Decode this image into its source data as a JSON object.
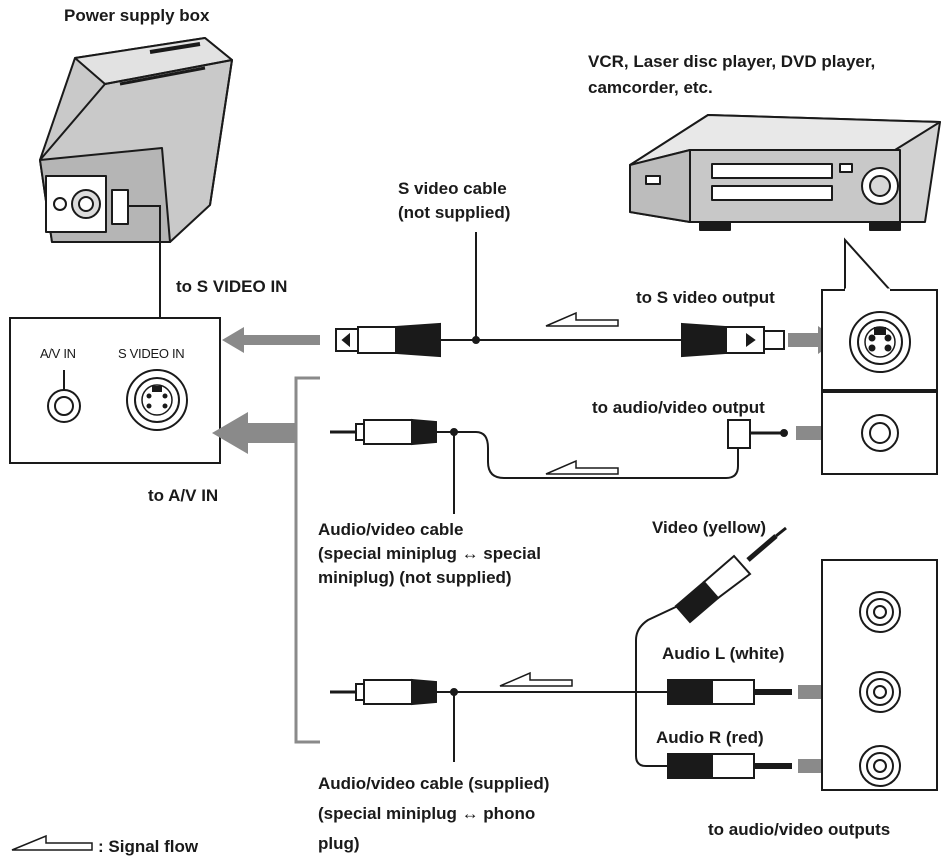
{
  "labels": {
    "power_supply_box": "Power supply box",
    "source_devices_line1": "VCR, Laser disc player, DVD player,",
    "source_devices_line2": "camcorder, etc.",
    "s_video_cable_line1": "S video cable",
    "s_video_cable_line2": "(not supplied)",
    "to_s_video_in": "to S VIDEO IN",
    "to_s_video_output": "to S video output",
    "av_in_jack": "A/V IN",
    "s_video_in_jack": "S VIDEO IN",
    "to_audio_video_output": "to audio/video output",
    "to_av_in": "to A/V IN",
    "av_cable1_line1": "Audio/video cable",
    "av_cable1_line2": "(special miniplug ↔ special",
    "av_cable1_line3": "miniplug) (not supplied)",
    "video_yellow": "Video (yellow)",
    "audio_l_white": "Audio L (white)",
    "audio_r_red": "Audio R (red)",
    "av_cable2_line1": "Audio/video cable (supplied)",
    "av_cable2_line2": "(special miniplug ↔ phono",
    "av_cable2_line3": "plug)",
    "to_audio_video_outputs": "to audio/video outputs",
    "signal_flow": ": Signal flow"
  },
  "colors": {
    "line": "#1a1a1a",
    "arrow_gray": "#8a8a8a",
    "device_gray": "#c8c8c8"
  }
}
